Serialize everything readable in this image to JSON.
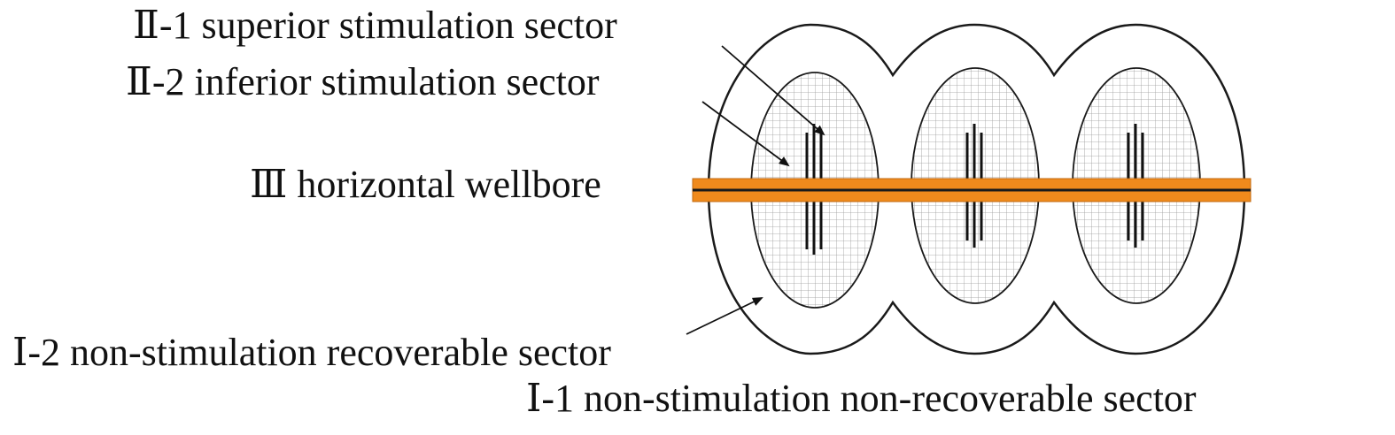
{
  "labels": {
    "superior_stimulation": "Ⅱ-1 superior stimulation sector",
    "inferior_stimulation": "Ⅱ-2 inferior stimulation sector",
    "horizontal_wellbore": "Ⅲ horizontal wellbore",
    "non_stimulation_recoverable": "Ⅰ-2 non-stimulation recoverable sector",
    "non_stimulation_non_recoverable": "Ⅰ-1 non-stimulation non-recoverable sector"
  },
  "colors": {
    "outline": "#1a1a1a",
    "wellbore_fill": "#f08a1c",
    "wellbore_core": "#1a1a1a",
    "grid": "#9a9a9a",
    "fracture": "#111111",
    "background": "#ffffff"
  },
  "stimulated_zone_count": 3
}
